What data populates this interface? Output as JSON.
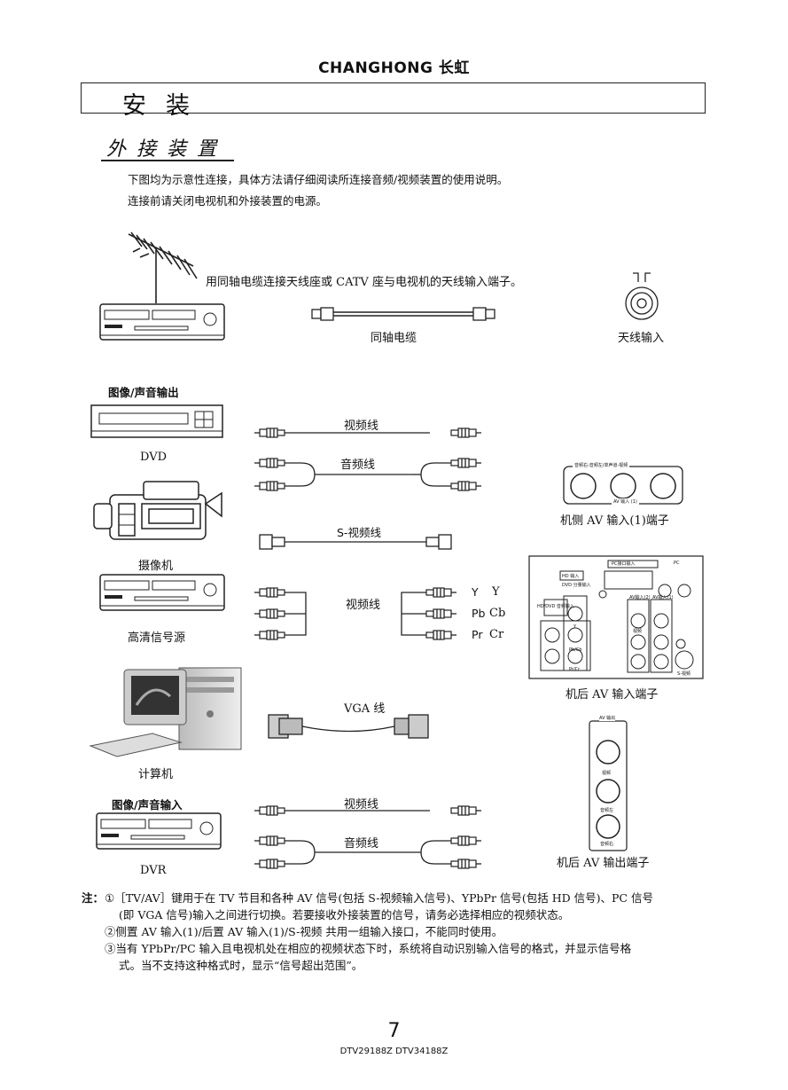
{
  "header": {
    "brand": "CHANGHONG 长虹"
  },
  "section": {
    "title": "安装",
    "subtitle": "外接装置"
  },
  "intro": {
    "line1": "下图均为示意性连接，具体方法请仔细阅读所连接音频/视频装置的使用说明。",
    "line2": "连接前请关闭电视机和外接装置的电源。"
  },
  "antenna": {
    "instruction": "用同轴电缆连接天线座或 CATV 座与电视机的天线输入端子。",
    "cable_label": "同轴电缆",
    "input_label": "天线输入"
  },
  "devices": {
    "out_header": "图像/声音输出",
    "dvd": "DVD",
    "camcorder": "摄像机",
    "hd_source": "高清信号源",
    "computer": "计算机",
    "in_header": "图像/声音输入",
    "dvr": "DVR"
  },
  "cables": {
    "video1": "视频线",
    "audio1": "音频线",
    "svideo": "S-视频线",
    "component": "视频线",
    "vga": "VGA 线",
    "video2": "视频线",
    "audio2": "音频线"
  },
  "component_labels": {
    "y": "Y",
    "pb": "Pb",
    "pr": "Pr",
    "y2": "Y",
    "cb": "Cb",
    "cr": "Cr"
  },
  "side_panel": {
    "header": "音频右-音频左/单声道-视频",
    "sub": "AV 输入 (1)",
    "caption": "机侧 AV 输入(1)端子"
  },
  "rear_panel": {
    "hd_in": "HD 输入",
    "dvd_in": "DVD 分量输入",
    "hd_dvd_audio": "HD/DVD 音频输入",
    "y": "Y",
    "pbcb": "Pb/Cb",
    "prcr": "Pr/Cr",
    "pc_in": "PC接口输入",
    "pc": "PC",
    "av_in2": "AV输入(2)",
    "av_in1": "AV输入(1)",
    "video": "视频",
    "svideo": "S-视频",
    "caption": "机后 AV 输入端子"
  },
  "out_panel": {
    "header": "AV 输出",
    "video": "视频",
    "audio_left": "音频左",
    "audio_right": "音频右",
    "caption": "机后 AV 输出端子"
  },
  "notes": {
    "prefix": "注：",
    "n1_line1": "①［TV/AV］键用于在 TV 节目和各种 AV 信号(包括 S-视频输入信号)、YPbPr 信号(包括 HD 信号)、PC 信号",
    "n1_line2": "(即 VGA 信号)输入之间进行切换。若要接收外接装置的信号，请务必选择相应的视频状态。",
    "n2": "②侧置 AV 输入(1)/后置 AV 输入(1)/S-视频 共用一组输入接口，不能同时使用。",
    "n3_line1": "③当有 YPbPr/PC 输入且电视机处在相应的视频状态下时，系统将自动识别输入信号的格式，并显示信号格",
    "n3_line2": "式。当不支持这种格式时，显示“信号超出范围”。"
  },
  "footer": {
    "page": "7",
    "model": "DTV29188Z DTV34188Z"
  }
}
